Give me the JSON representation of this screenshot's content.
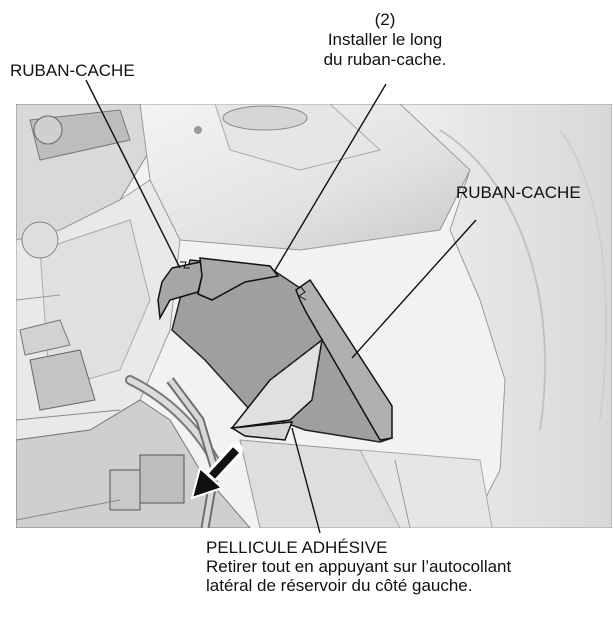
{
  "labels": {
    "step_number": "(2)",
    "step_line1": "Installer le long",
    "step_line2": "du ruban-cache.",
    "tape_left": "RUBAN-CACHE",
    "tape_right": "RUBAN-CACHE",
    "film_title": "PELLICULE ADHÉSIVE",
    "film_line1": "Retirer tout en appuyant sur l’autocollant",
    "film_line2": "latéral de réservoir du côté gauche."
  },
  "colors": {
    "tape": "#a9a9a9",
    "film": "#d2d2d2",
    "body_light": "#ededed",
    "body_mid": "#d6d6d6",
    "body_dark": "#9a9a9a",
    "outline": "#111111"
  },
  "icons": {
    "peel_direction": "arrow-down-left-icon"
  }
}
